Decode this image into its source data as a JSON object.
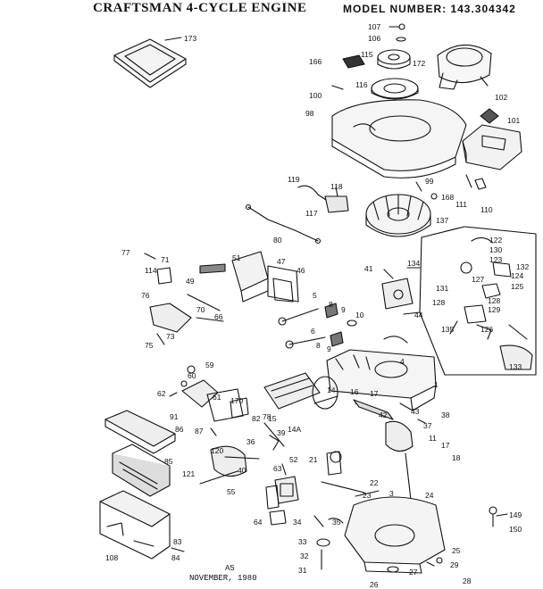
{
  "header": {
    "brand": "CRAFTSMAN 4-CYCLE ENGINE",
    "model_label": "MODEL NUMBER:",
    "model_number": "143.304342"
  },
  "footer": {
    "code": "A5",
    "date": "NOVEMBER, 1980"
  },
  "parts": [
    {
      "key": "173",
      "label": "173"
    },
    {
      "key": "107",
      "label": "107"
    },
    {
      "key": "106",
      "label": "106"
    },
    {
      "key": "166",
      "label": "166"
    },
    {
      "key": "115",
      "label": "115"
    },
    {
      "key": "172",
      "label": "172"
    },
    {
      "key": "116",
      "label": "116"
    },
    {
      "key": "100",
      "label": "100"
    },
    {
      "key": "102",
      "label": "102"
    },
    {
      "key": "101",
      "label": "101"
    },
    {
      "key": "98",
      "label": "98"
    },
    {
      "key": "99",
      "label": "99"
    },
    {
      "key": "168",
      "label": "168"
    },
    {
      "key": "111",
      "label": "111"
    },
    {
      "key": "110",
      "label": "110"
    },
    {
      "key": "119",
      "label": "119"
    },
    {
      "key": "118",
      "label": "118"
    },
    {
      "key": "117",
      "label": "117"
    },
    {
      "key": "137",
      "label": "137"
    },
    {
      "key": "80",
      "label": "80"
    },
    {
      "key": "122",
      "label": "122"
    },
    {
      "key": "130",
      "label": "130"
    },
    {
      "key": "123",
      "label": "123"
    },
    {
      "key": "132",
      "label": "132"
    },
    {
      "key": "124",
      "label": "124"
    },
    {
      "key": "125",
      "label": "125"
    },
    {
      "key": "127",
      "label": "127"
    },
    {
      "key": "131",
      "label": "131"
    },
    {
      "key": "128a",
      "label": "128"
    },
    {
      "key": "128b",
      "label": "128"
    },
    {
      "key": "129",
      "label": "129"
    },
    {
      "key": "126",
      "label": "126"
    },
    {
      "key": "135",
      "label": "135"
    },
    {
      "key": "133",
      "label": "133"
    },
    {
      "key": "134",
      "label": "134"
    },
    {
      "key": "77",
      "label": "77"
    },
    {
      "key": "71",
      "label": "71"
    },
    {
      "key": "51",
      "label": "51"
    },
    {
      "key": "47",
      "label": "47"
    },
    {
      "key": "46",
      "label": "46"
    },
    {
      "key": "41",
      "label": "41"
    },
    {
      "key": "114",
      "label": "114"
    },
    {
      "key": "49",
      "label": "49"
    },
    {
      "key": "5a",
      "label": "5"
    },
    {
      "key": "8a",
      "label": "8"
    },
    {
      "key": "9a",
      "label": "9"
    },
    {
      "key": "10",
      "label": "10"
    },
    {
      "key": "44",
      "label": "44"
    },
    {
      "key": "76",
      "label": "76"
    },
    {
      "key": "70",
      "label": "70"
    },
    {
      "key": "66",
      "label": "66"
    },
    {
      "key": "75",
      "label": "75"
    },
    {
      "key": "73",
      "label": "73"
    },
    {
      "key": "6",
      "label": "6"
    },
    {
      "key": "8b",
      "label": "8"
    },
    {
      "key": "9b",
      "label": "9"
    },
    {
      "key": "4",
      "label": "4"
    },
    {
      "key": "59",
      "label": "59"
    },
    {
      "key": "60",
      "label": "60"
    },
    {
      "key": "62",
      "label": "62"
    },
    {
      "key": "61",
      "label": "61"
    },
    {
      "key": "170",
      "label": "170"
    },
    {
      "key": "91",
      "label": "91"
    },
    {
      "key": "14",
      "label": "14"
    },
    {
      "key": "1",
      "label": "1"
    },
    {
      "key": "82",
      "label": "82"
    },
    {
      "key": "15",
      "label": "15"
    },
    {
      "key": "16",
      "label": "16"
    },
    {
      "key": "17a",
      "label": "17"
    },
    {
      "key": "14A",
      "label": "14A"
    },
    {
      "key": "42",
      "label": "42"
    },
    {
      "key": "43",
      "label": "43"
    },
    {
      "key": "38",
      "label": "38"
    },
    {
      "key": "37",
      "label": "37"
    },
    {
      "key": "11",
      "label": "11"
    },
    {
      "key": "87",
      "label": "87"
    },
    {
      "key": "78",
      "label": "78"
    },
    {
      "key": "39",
      "label": "39"
    },
    {
      "key": "86",
      "label": "86"
    },
    {
      "key": "36",
      "label": "36"
    },
    {
      "key": "17b",
      "label": "17"
    },
    {
      "key": "18",
      "label": "18"
    },
    {
      "key": "120",
      "label": "120"
    },
    {
      "key": "85",
      "label": "85"
    },
    {
      "key": "21",
      "label": "21"
    },
    {
      "key": "52",
      "label": "52"
    },
    {
      "key": "40",
      "label": "40"
    },
    {
      "key": "63",
      "label": "63"
    },
    {
      "key": "121",
      "label": "121"
    },
    {
      "key": "22",
      "label": "22"
    },
    {
      "key": "55",
      "label": "55"
    },
    {
      "key": "23",
      "label": "23"
    },
    {
      "key": "3",
      "label": "3"
    },
    {
      "key": "24",
      "label": "24"
    },
    {
      "key": "64",
      "label": "64"
    },
    {
      "key": "34",
      "label": "34"
    },
    {
      "key": "35",
      "label": "35"
    },
    {
      "key": "149",
      "label": "149"
    },
    {
      "key": "83",
      "label": "83"
    },
    {
      "key": "150",
      "label": "150"
    },
    {
      "key": "33",
      "label": "33"
    },
    {
      "key": "108",
      "label": "108"
    },
    {
      "key": "84",
      "label": "84"
    },
    {
      "key": "32",
      "label": "32"
    },
    {
      "key": "25",
      "label": "25"
    },
    {
      "key": "31",
      "label": "31"
    },
    {
      "key": "27",
      "label": "27"
    },
    {
      "key": "29",
      "label": "29"
    },
    {
      "key": "28",
      "label": "28"
    },
    {
      "key": "26",
      "label": "26"
    }
  ]
}
